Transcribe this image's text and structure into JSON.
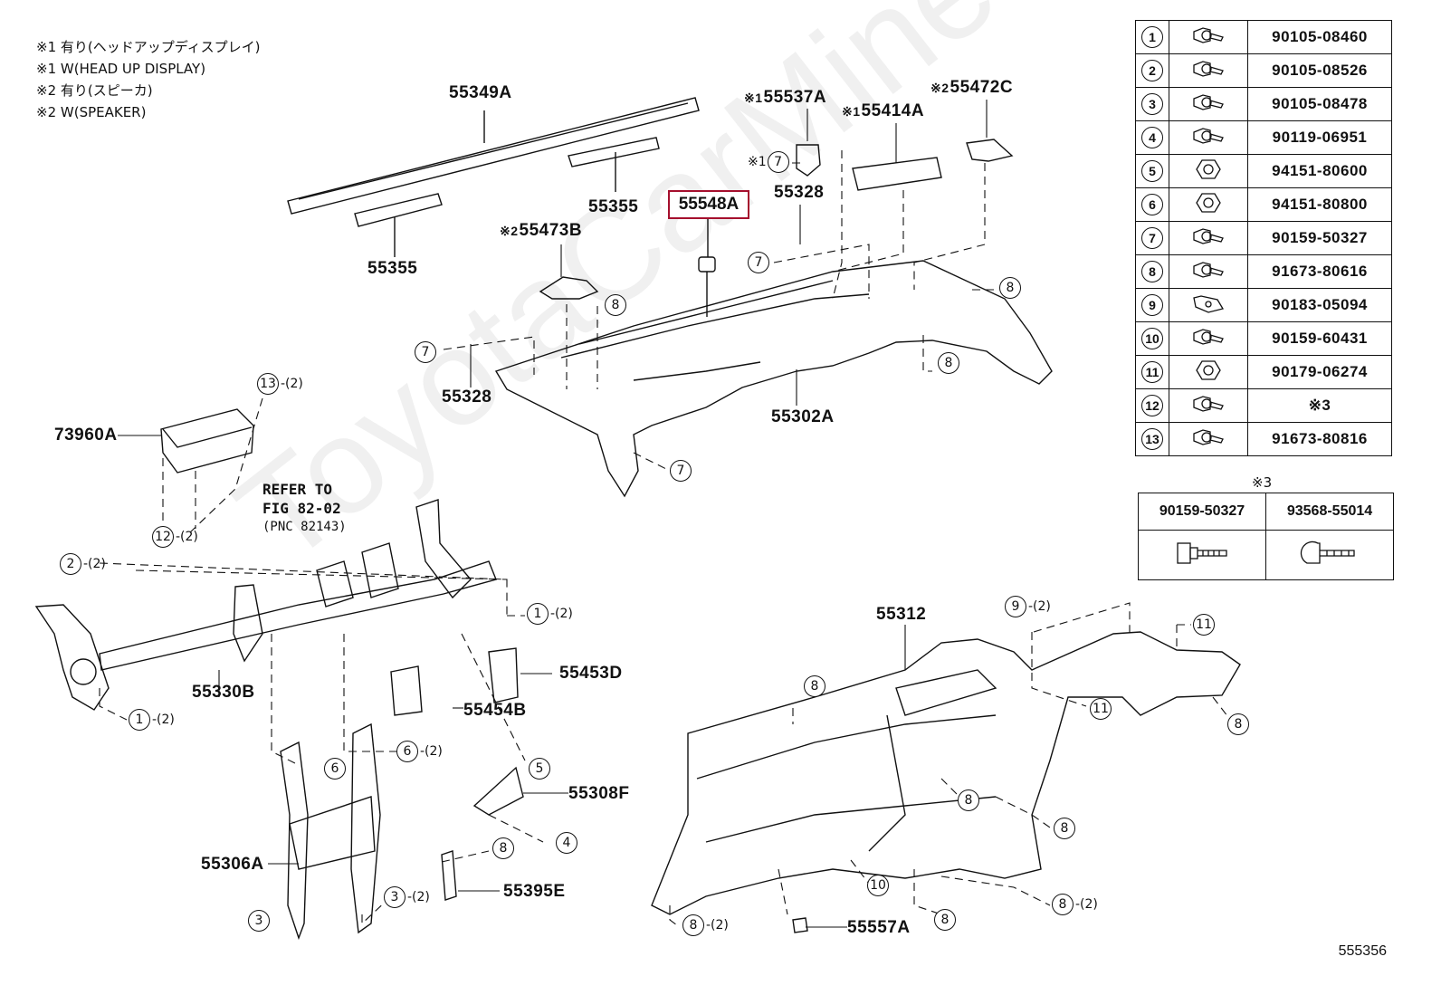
{
  "notes": [
    "※1 有り(ヘッドアップディスプレイ)",
    "※1 W(HEAD UP DISPLAY)",
    "※2 有り(スピーカ)",
    "※2 W(SPEAKER)"
  ],
  "watermark": "ToyotaCarMine",
  "labels": {
    "p55349A": "55349A",
    "p55355a": "55355",
    "p55355b": "55355",
    "p55548A": "55548A",
    "p55537A": "55537A",
    "p55414A": "55414A",
    "p55472C": "55472C",
    "p55473B": "55473B",
    "p55328a": "55328",
    "p55328b": "55328",
    "p55302A": "55302A",
    "p73960A": "73960A",
    "p55330B": "55330B",
    "p55453D": "55453D",
    "p55454B": "55454B",
    "p55308F": "55308F",
    "p55306A": "55306A",
    "p55395E": "55395E",
    "p55312": "55312",
    "p55557A": "55557A"
  },
  "marks": {
    "m1": "※1",
    "m2": "※2"
  },
  "refer": {
    "line1": "REFER TO",
    "line2": "FIG 82-02",
    "line3": "(PNC 82143)"
  },
  "qty": "-(2)",
  "callout_numbers": [
    "1",
    "2",
    "3",
    "4",
    "5",
    "6",
    "7",
    "8",
    "9",
    "10",
    "11",
    "12",
    "13"
  ],
  "parts_table": [
    {
      "n": "1",
      "pn": "90105-08460",
      "icon": "flange-bolt-icon"
    },
    {
      "n": "2",
      "pn": "90105-08526",
      "icon": "flange-bolt-icon"
    },
    {
      "n": "3",
      "pn": "90105-08478",
      "icon": "flange-bolt-icon"
    },
    {
      "n": "4",
      "pn": "90119-06951",
      "icon": "flange-bolt-icon"
    },
    {
      "n": "5",
      "pn": "94151-80600",
      "icon": "nut-icon"
    },
    {
      "n": "6",
      "pn": "94151-80800",
      "icon": "nut-icon"
    },
    {
      "n": "7",
      "pn": "90159-50327",
      "icon": "flange-bolt-icon"
    },
    {
      "n": "8",
      "pn": "91673-80616",
      "icon": "flange-bolt-icon"
    },
    {
      "n": "9",
      "pn": "90183-05094",
      "icon": "clip-nut-icon"
    },
    {
      "n": "10",
      "pn": "90159-60431",
      "icon": "flange-bolt-icon"
    },
    {
      "n": "11",
      "pn": "90179-06274",
      "icon": "nut-icon"
    },
    {
      "n": "12",
      "pn": "※3",
      "icon": "flange-bolt-icon"
    },
    {
      "n": "13",
      "pn": "91673-80816",
      "icon": "flange-bolt-icon"
    }
  ],
  "sub_table": {
    "mark": "※3",
    "headers": [
      "90159-50327",
      "93568-55014"
    ]
  },
  "diagram_number": "555356"
}
